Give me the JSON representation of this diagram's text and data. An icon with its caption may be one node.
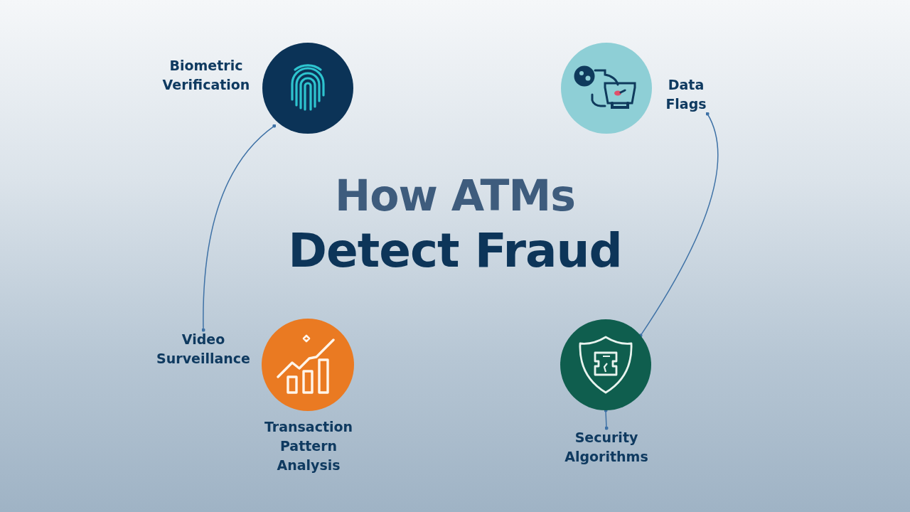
{
  "diagram": {
    "title": "How ATMs Detect Fraud",
    "nodes": [
      {
        "text": [
          "Biometric Verification"
        ]
      },
      {
        "text": [],
        "shape": "circle"
      },
      {
        "text": [],
        "shape": "circle"
      },
      {
        "text": [
          "Data Flags"
        ]
      },
      {
        "text": [
          "Video Surveillance"
        ]
      },
      {
        "text": [],
        "shape": "circle"
      },
      {
        "text": [
          "Transaction Pattern Analysis"
        ]
      },
      {
        "text": [],
        "shape": "circle"
      },
      {
        "text": [
          "Security Algorithms"
        ]
      }
    ],
    "edges": [
      {
        "from": 1,
        "to": 4,
        "arrow": "other"
      },
      {
        "from": 3,
        "to": 7,
        "arrow": "other"
      },
      {
        "from": 7,
        "to": 8,
        "arrow": "other"
      }
    ]
  }
}
